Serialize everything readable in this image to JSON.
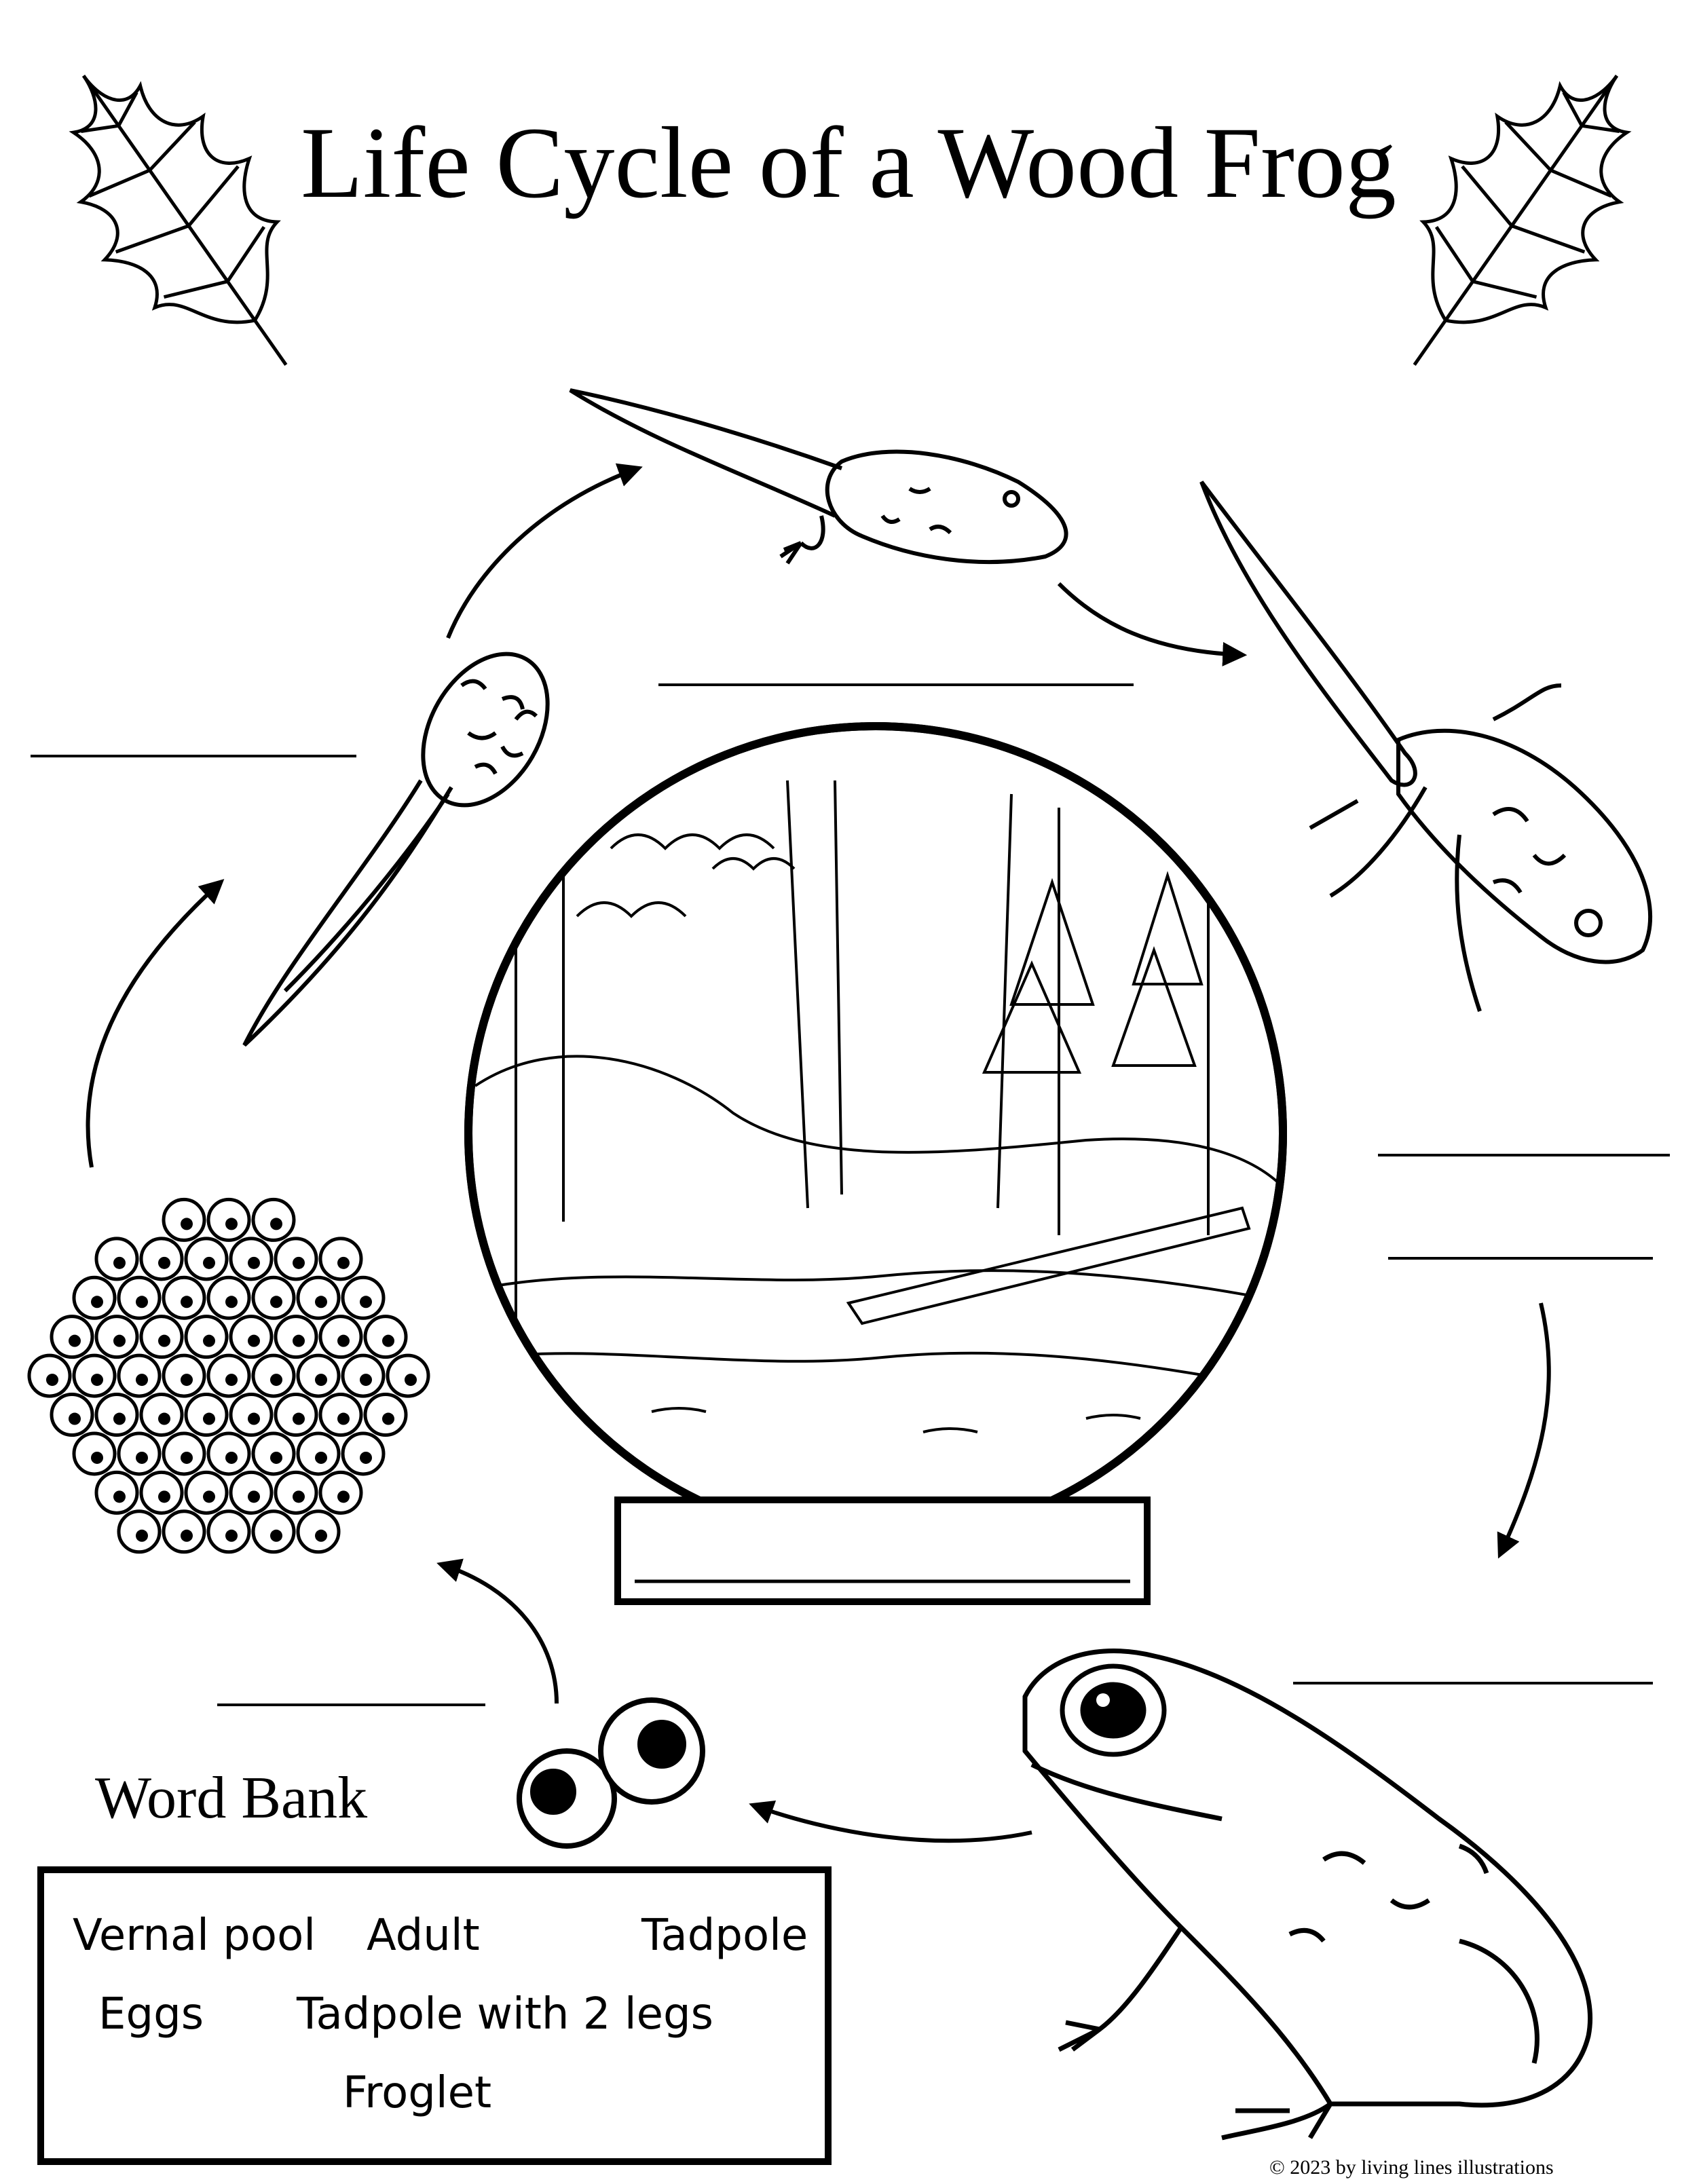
{
  "title": "Life Cycle of a Wood Frog",
  "word_bank": {
    "heading": "Word Bank",
    "terms": [
      "Vernal pool",
      "Adult",
      "Tadpole",
      "Eggs",
      "Tadpole with 2 legs",
      "Froglet"
    ]
  },
  "credit": "© 2023 by living lines illustrations",
  "stages": [
    "frog-eggs-icon",
    "tadpole-icon",
    "tadpole-with-two-legs-icon",
    "froglet-icon",
    "adult-frog-icon",
    "googly-eyes-icon",
    "vernal-pool-scene-icon"
  ],
  "decorations": [
    "oak-leaf-icon",
    "oak-leaf-icon"
  ]
}
